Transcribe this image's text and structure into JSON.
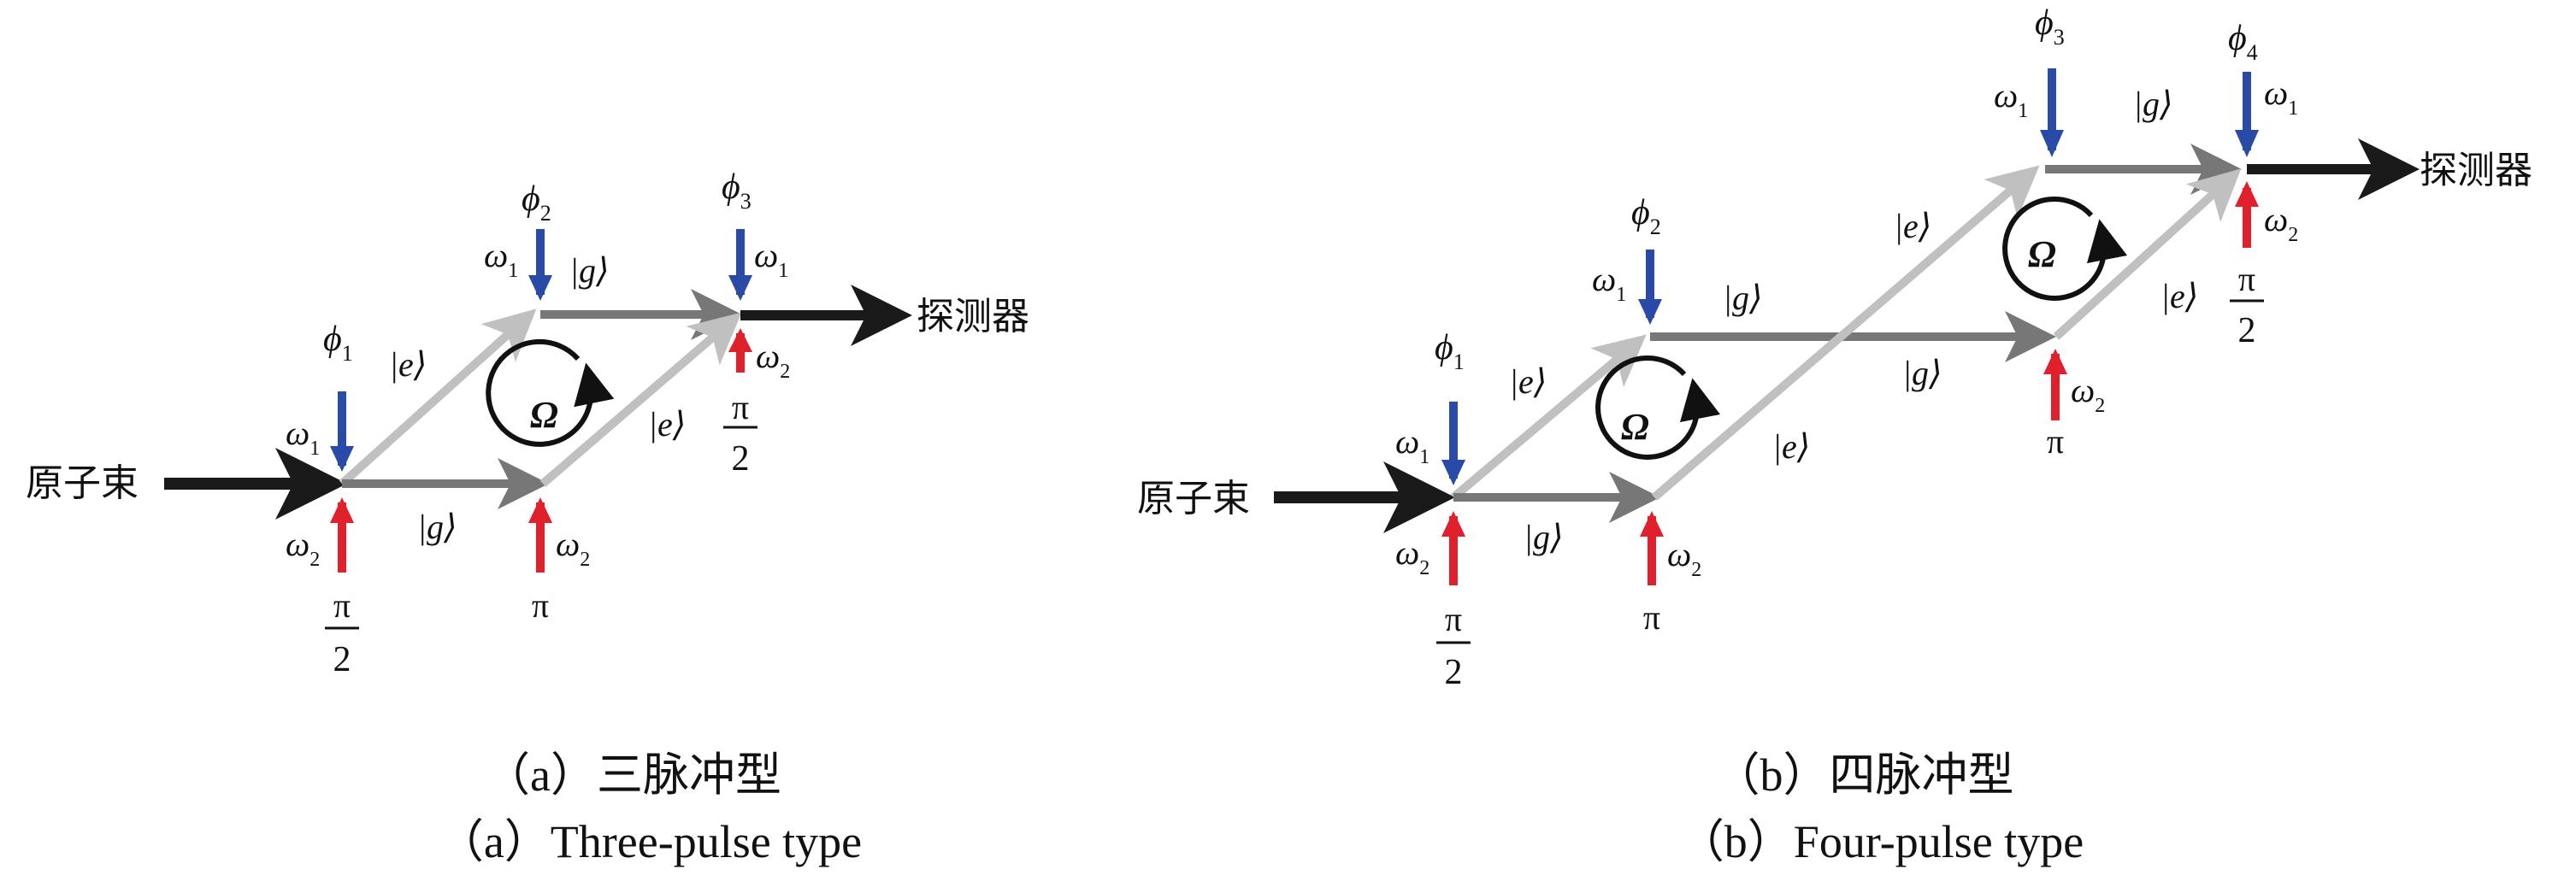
{
  "colors": {
    "beam": "#1a1a1a",
    "ground_path": "#777777",
    "excited_path": "#c0c0c0",
    "omega1_pulse": "#2a4aa8",
    "omega2_pulse": "#e0202a",
    "rotation": "#111111"
  },
  "panel_a": {
    "input_label": "原子束",
    "output_label": "探测器",
    "rotation_label": "Ω",
    "pulses": [
      {
        "phase_label": "ϕ",
        "phase_sub": "1",
        "w1_label": "ω",
        "w1_sub": "1",
        "w2_label": "ω",
        "w2_sub": "2",
        "area_num": "π",
        "area_den": "2"
      },
      {
        "phase_label": "ϕ",
        "phase_sub": "2",
        "w1_label": "ω",
        "w1_sub": "1",
        "w2_label": "ω",
        "w2_sub": "2",
        "area_num": "π",
        "area_den": ""
      },
      {
        "phase_label": "ϕ",
        "phase_sub": "3",
        "w1_label": "ω",
        "w1_sub": "1",
        "w2_label": "ω",
        "w2_sub": "2",
        "area_num": "π",
        "area_den": "2"
      }
    ],
    "states": {
      "e1": "|e⟩",
      "g1": "|g⟩",
      "g2": "|g⟩",
      "e2": "|e⟩"
    },
    "caption_cn": "（a）三脉冲型",
    "caption_en": "（a）Three-pulse type"
  },
  "panel_b": {
    "input_label": "原子束",
    "output_label": "探测器",
    "rotation_label": "Ω",
    "pulses": [
      {
        "phase_label": "ϕ",
        "phase_sub": "1",
        "w1_label": "ω",
        "w1_sub": "1",
        "w2_label": "ω",
        "w2_sub": "2",
        "area_num": "π",
        "area_den": "2"
      },
      {
        "phase_label": "ϕ",
        "phase_sub": "2",
        "w1_label": "ω",
        "w1_sub": "1",
        "w2_label": "ω",
        "w2_sub": "2",
        "area_num": "π",
        "area_den": ""
      },
      {
        "phase_label": "ϕ",
        "phase_sub": "3",
        "w1_label": "ω",
        "w1_sub": "1",
        "w2_label": "ω",
        "w2_sub": "2",
        "area_num": "π",
        "area_den": ""
      },
      {
        "phase_label": "ϕ",
        "phase_sub": "4",
        "w1_label": "ω",
        "w1_sub": "1",
        "w2_label": "ω",
        "w2_sub": "2",
        "area_num": "π",
        "area_den": "2"
      }
    ],
    "states": {
      "e1": "|e⟩",
      "g1": "|g⟩",
      "g2": "|g⟩",
      "g3": "|g⟩",
      "e2": "|e⟩",
      "e3": "|e⟩",
      "e4": "|e⟩"
    },
    "caption_cn": "（b）四脉冲型",
    "caption_en": "（b）Four-pulse type"
  }
}
